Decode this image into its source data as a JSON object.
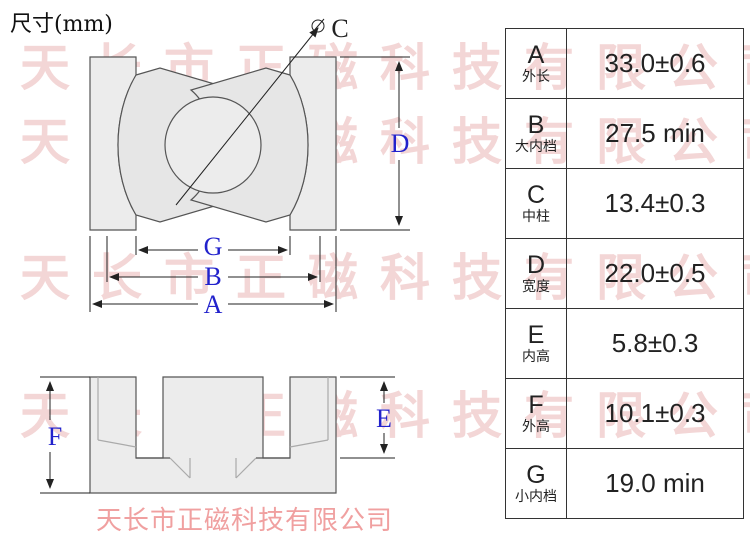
{
  "title": "尺寸(mm)",
  "watermark": "天长市正磁科技有限公司",
  "footer": "天长市正磁科技有限公司",
  "diagram_labels": {
    "C": "C",
    "D": "D",
    "G": "G",
    "B": "B",
    "A": "A",
    "E": "E",
    "F": "F"
  },
  "specs": [
    {
      "letter": "A",
      "name": "外长",
      "value": "33.0±0.6"
    },
    {
      "letter": "B",
      "name": "大内档",
      "value": "27.5 min"
    },
    {
      "letter": "C",
      "name": "中柱",
      "value": "13.4±0.3"
    },
    {
      "letter": "D",
      "name": "宽度",
      "value": "22.0±0.5"
    },
    {
      "letter": "E",
      "name": "内高",
      "value": "5.8±0.3"
    },
    {
      "letter": "F",
      "name": "外高",
      "value": "10.1±0.3"
    },
    {
      "letter": "G",
      "name": "小内档",
      "value": "19.0 min"
    }
  ],
  "colors": {
    "dim_label": "#2222cc",
    "core_fill": "#ececec",
    "outline": "#555555",
    "watermark": "#f3d6d6",
    "footer": "#f0a0a0"
  }
}
